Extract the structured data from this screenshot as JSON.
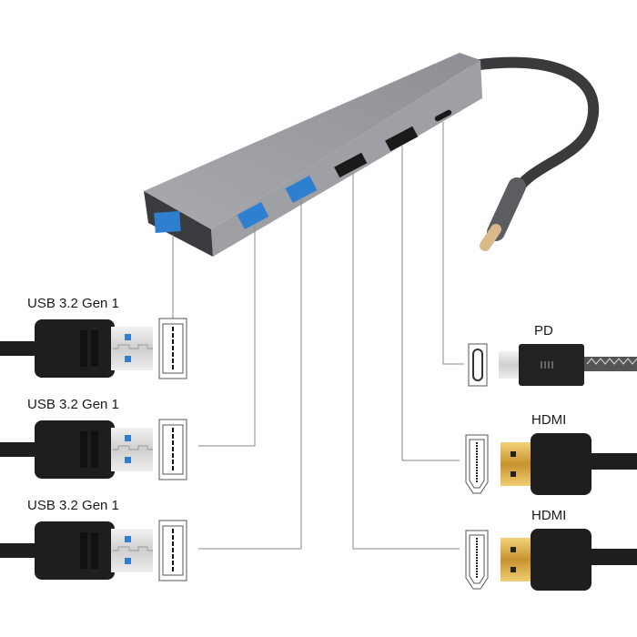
{
  "left_ports": [
    {
      "label": "USB 3.2 Gen 1",
      "type": "usb-a"
    },
    {
      "label": "USB 3.2 Gen 1",
      "type": "usb-a"
    },
    {
      "label": "USB 3.2 Gen 1",
      "type": "usb-a"
    }
  ],
  "right_ports": [
    {
      "label": "PD",
      "type": "usb-c"
    },
    {
      "label": "HDMI",
      "type": "hdmi"
    },
    {
      "label": "HDMI",
      "type": "hdmi"
    }
  ],
  "colors": {
    "hub_body": "#9b9ca1",
    "hub_end": "#3a3b3e",
    "port_blue": "#2f7fd0",
    "plug_black": "#1e1e1e",
    "hdmi_gold": "#d9a93f",
    "leader_line": "#8a8a8a"
  }
}
